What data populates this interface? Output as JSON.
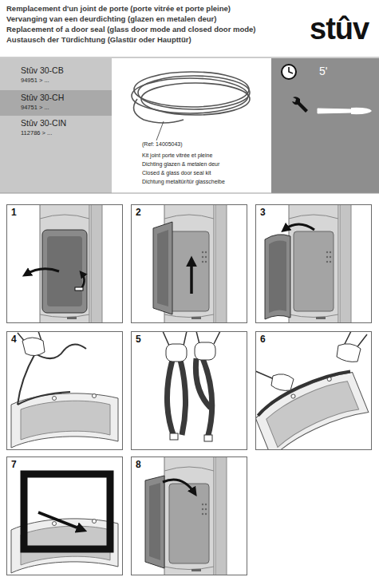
{
  "diagram": {
    "title": "Remplacement d'un joint de porte (porte vitrée et porte pleine)",
    "nodes": [
      {
        "text": [
          "Stûv 30-CB",
          "94951 > ...",
          "Stûv 30-CIN",
          "112786 > ..."
        ]
      },
      {
        "text": [
          "Stûv 30-CH",
          "94751 > ..."
        ],
        "in": 0
      },
      {
        "text": [
          "5'"
        ]
      },
      {
        "text": [
          "1"
        ]
      },
      {
        "text": [
          "2"
        ]
      },
      {
        "text": [
          "3"
        ]
      },
      {
        "text": [
          "4"
        ]
      },
      {
        "text": [
          "5"
        ]
      },
      {
        "text": [
          "6"
        ]
      },
      {
        "text": [
          "7"
        ]
      },
      {
        "text": [
          "8"
        ]
      }
    ],
    "labels": [
      "Vervanging van een deurdichting (glazen en metalen deur)",
      "Replacement of a door seal (glass door mode and closed door mode)",
      "Austausch der Türdichtung (Glastür oder Haupttür)",
      "stûv",
      "(Ref: 14005043)",
      "Kit joint porte vitrée et pleine",
      "Dichting glazen & metalen deur",
      "Closed & glass door seal kit",
      "Dichtung metaltür/tür glasscheibe"
    ]
  }
}
